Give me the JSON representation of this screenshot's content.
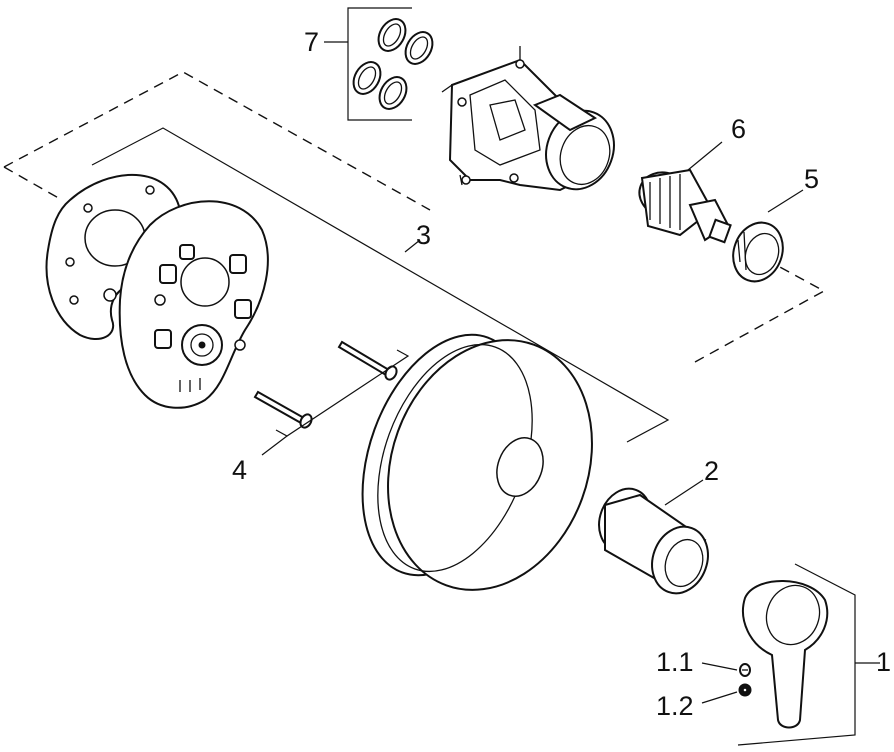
{
  "callouts": {
    "c1": "1",
    "c1_1": "1.1",
    "c1_2": "1.2",
    "c2": "2",
    "c3": "3",
    "c4": "4",
    "c5": "5",
    "c6": "6",
    "c7": "7"
  }
}
